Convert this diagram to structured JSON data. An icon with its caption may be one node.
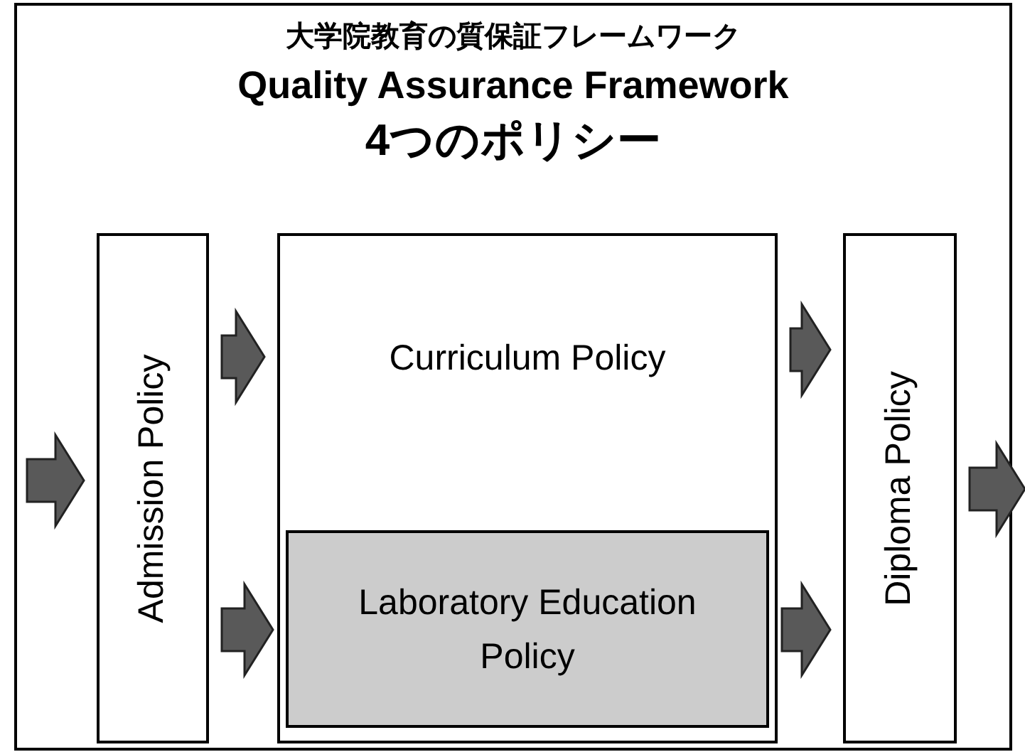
{
  "diagram": {
    "nodes": [
      {
        "text": [
          "大学院教育の質保証フレームワーク",
          "Quality Assurance Framework",
          "4つのポリシー"
        ]
      },
      {
        "text": [
          "Admission Policy"
        ],
        "in": 0
      },
      {
        "text": [
          "Curriculum Policy"
        ],
        "in": 0
      },
      {
        "text": [
          "Laboratory Education Policy"
        ],
        "in": 2
      },
      {
        "text": [
          "Diploma Policy"
        ],
        "in": 0
      }
    ],
    "edges": [
      {
        "from": null,
        "to": 1,
        "arrow": "to"
      },
      {
        "from": 1,
        "to": 2,
        "arrow": "to"
      },
      {
        "from": 1,
        "to": 3,
        "arrow": "to"
      },
      {
        "from": 2,
        "to": 4,
        "arrow": "to"
      },
      {
        "from": 3,
        "to": 4,
        "arrow": "to"
      },
      {
        "from": 4,
        "to": null,
        "arrow": "to"
      }
    ]
  }
}
